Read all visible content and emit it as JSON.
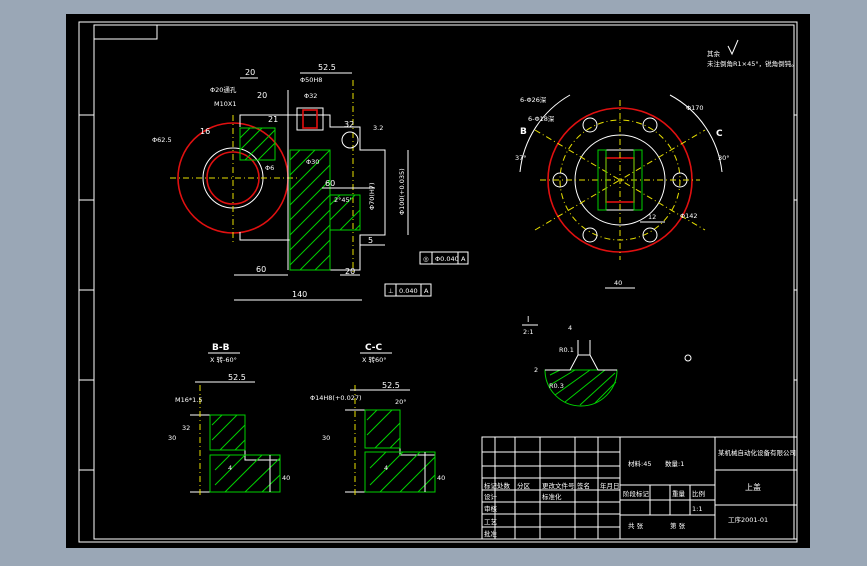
{
  "frame": {
    "bg": "#9aa7b6",
    "paper": "#000000",
    "border": "#ffffff",
    "accent_red": "#e01010",
    "accent_yellow": "#e8e000",
    "hatch_green": "#00d000"
  },
  "notes": {
    "line1": "其余",
    "line2": "未注倒角R1×45°，锐角倒钝。"
  },
  "main_view": {
    "dims": {
      "d20a": "20",
      "d52_5": "52.5",
      "d20b": "20",
      "d60a": "60",
      "d60b": "60",
      "d140": "140",
      "d20c": "20",
      "d5": "5",
      "d16": "16",
      "d21": "21",
      "d32": "32"
    },
    "labels": {
      "dia20": "Φ20通孔",
      "m10": "M10X1",
      "dia62": "Φ62.5",
      "dia6": "Φ6",
      "dia50": "Φ50H8",
      "dia32": "Φ32",
      "dia30": "Φ30",
      "dia70": "Φ70(H7)",
      "dia100": "Φ100(+0.035)",
      "angle": "2°45'",
      "rough": "3.2"
    },
    "tol1": {
      "sym": "◎",
      "val": "Φ0.040",
      "ref": "A"
    },
    "tol2": {
      "sym": "⊥",
      "val": "0.040",
      "ref": "A"
    }
  },
  "top_right": {
    "labels": {
      "l1": "6-Φ26深",
      "l2": "6-Φ18深",
      "dia170": "Φ170",
      "dia142": "Φ142",
      "b": "B",
      "c": "C",
      "a37": "37°",
      "a30": "30°",
      "d40": "40",
      "d12": "12"
    }
  },
  "section_b": {
    "title": "B-B",
    "subtitle": "X 转-60°",
    "dims": {
      "d52_5": "52.5",
      "m16": "M16*1.5",
      "d30": "30",
      "d32": "32",
      "d4": "4",
      "d40": "40"
    }
  },
  "section_c": {
    "title": "C-C",
    "subtitle": "X 转60°",
    "dims": {
      "d52_5": "52.5",
      "dia14": "Φ14H8(+0.027)",
      "a20": "20°",
      "d30": "30",
      "d4": "4",
      "d40": "40"
    }
  },
  "detail": {
    "title": "I",
    "scale": "2:1",
    "labels": {
      "r01": "R0.1",
      "r03": "R0.3",
      "d4": "4",
      "d2": "2"
    }
  },
  "title_block": {
    "material": "材料:45",
    "quantity": "数量:1",
    "company": "某机械自动化设备有限公司",
    "part_name": "上盖",
    "drawing_no": "工序2001-01",
    "row_labels": [
      "标记",
      "处数",
      "分区",
      "更改文件号",
      "签名",
      "年月日"
    ],
    "design": "设计",
    "check": "审核",
    "craft": "工艺",
    "approve": "批准",
    "stage": "阶段标记",
    "weight": "重量",
    "ratio": "比例",
    "ratio_val": "1:1",
    "sheet_total": "共 张",
    "sheet": "第 张",
    "standard": "标准化"
  }
}
